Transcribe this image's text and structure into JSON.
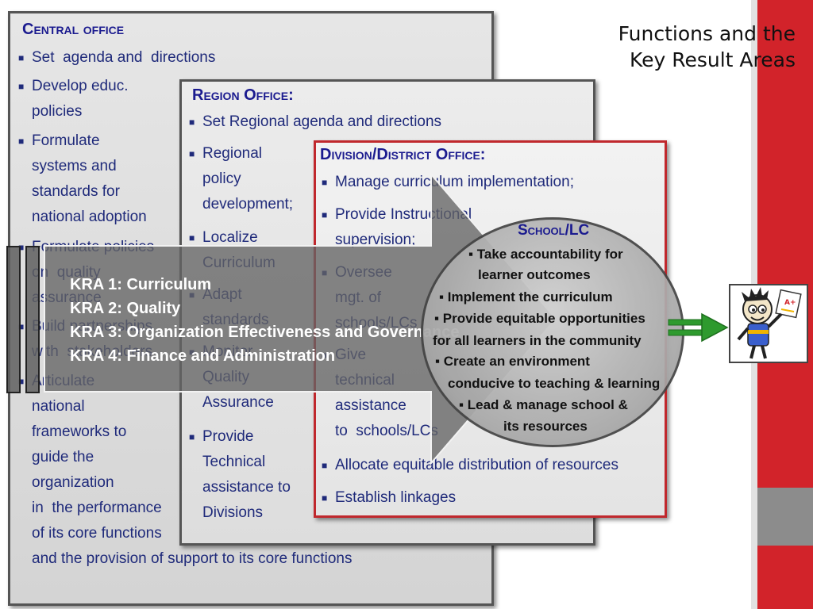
{
  "title": {
    "line1": "Functions and  the",
    "line2": "Key Result Areas"
  },
  "central": {
    "title": "Central office",
    "items": [
      "Set  agenda and  directions",
      "Develop educ.\npolicies",
      "Formulate\nsystems and\nstandards for\nnational adoption",
      "Formulate policies\non  quality\nassurance",
      "Build partnerships\nwith  stakeholders",
      "Articulate\nnational\nframeworks to\nguide the\norganization\nin  the performance\nof its core functions\nand the provision of support to its core functions"
    ]
  },
  "region": {
    "title": "Region Office:",
    "items": [
      "Set Regional agenda and directions",
      "Regional\npolicy\ndevelopment;",
      "Localize\nCurriculum",
      "Adapt\nstandards",
      "Monitor\nQuality\nAssurance",
      "Provide\nTechnical\nassistance to\nDivisions"
    ]
  },
  "division": {
    "title": "Division/District Office:",
    "items": [
      "Manage curriculum implementation;",
      "Provide Instructional\nsupervision;",
      "Oversee\nmgt. of\nschools/LCs",
      "Give\ntechnical\nassistance\nto  schools/LCs",
      "Allocate equitable distribution of resources",
      "Establish linkages"
    ]
  },
  "school": {
    "title": "School/LC",
    "items": [
      "▪ Take accountability for",
      "learner outcomes",
      "▪ Implement  the curriculum",
      "▪ Provide equitable opportunities",
      "for all learners in the community",
      "▪  Create an environment",
      "conducive to teaching & learning",
      "▪  Lead & manage school &",
      "its resources"
    ]
  },
  "kra": [
    "KRA 1: Curriculum",
    "KRA 2: Quality",
    "KRA 3: Organization Effectiveness and  Governance",
    "KRA 4: Finance and Administration"
  ],
  "icons": {
    "bullet": "square-bullet-icon",
    "arrow": "green-arrow-icon",
    "student": "student-cartoon-icon"
  },
  "colors": {
    "heading_blue": "#1b1b8f",
    "text_blue": "#1f2a7a",
    "accent_red": "#d2232a",
    "arrow_green": "#2e9a2e"
  }
}
